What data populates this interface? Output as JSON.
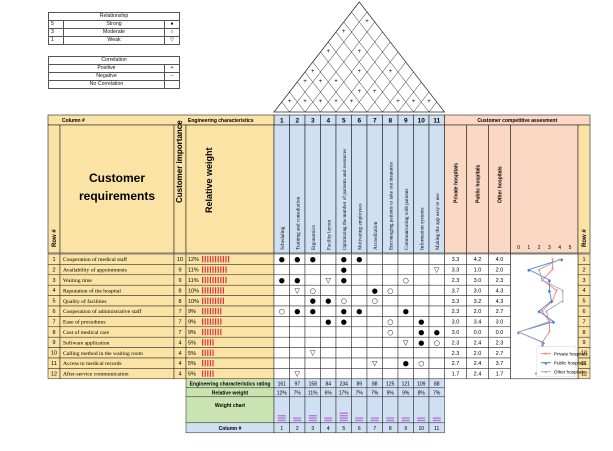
{
  "relationship": {
    "title": "Relationship",
    "rows": [
      {
        "value": "5",
        "label": "Strong",
        "symbol": "●"
      },
      {
        "value": "3",
        "label": "Moderate",
        "symbol": "○"
      },
      {
        "value": "1",
        "label": "Weak",
        "symbol": "▽"
      }
    ]
  },
  "correlation": {
    "title": "Correlation",
    "rows": [
      {
        "label": "Positive",
        "symbol": "+"
      },
      {
        "label": "Negative",
        "symbol": "–"
      },
      {
        "label": "No Correlation",
        "symbol": ""
      }
    ]
  },
  "header": {
    "column_hash": "Column #",
    "eng_char_title": "Engineering characteristics",
    "competitive_title": "Customer competitive assesment",
    "customer_requirements": "Customer requirements",
    "customer_importance": "Customer importance",
    "relative_weight": "Relative weight",
    "row_hash": "Row #"
  },
  "engineering_characteristics": [
    "Scheduling",
    "Training and consultation",
    "Ergonomics",
    "Facility layout",
    "Optimizing the number of patients and resources",
    "Motivating employees",
    "Accreditation",
    "Encouraging patients to take out insurance",
    "Communicating with patients",
    "Information systems",
    "Making the app easy to use"
  ],
  "competitors": [
    "Private hospitals",
    "Public hospitals",
    "Other hospitals"
  ],
  "competitive_scale": [
    "0",
    "1",
    "2",
    "3",
    "4",
    "5"
  ],
  "requirements": [
    {
      "row": "1",
      "name": "Cooperation of medical staff",
      "importance": "10",
      "weight": "12%",
      "bars": 11,
      "rel": [
        "●",
        "●",
        "●",
        "",
        "●",
        "●",
        "",
        "",
        "",
        "",
        ""
      ],
      "scores": [
        "3.3",
        "4.2",
        "4.0"
      ]
    },
    {
      "row": "2",
      "name": "Availability of appointments",
      "importance": "9",
      "weight": "11%",
      "bars": 10,
      "rel": [
        "",
        "",
        "",
        "",
        "●",
        "",
        "",
        "",
        "",
        "",
        "▽"
      ],
      "scores": [
        "3.3",
        "1.0",
        "2.0"
      ]
    },
    {
      "row": "3",
      "name": "Waiting time",
      "importance": "9",
      "weight": "11%",
      "bars": 10,
      "rel": [
        "●",
        "●",
        "",
        "▽",
        "●",
        "",
        "",
        "",
        "○",
        "",
        ""
      ],
      "scores": [
        "2.3",
        "3.0",
        "2.3"
      ]
    },
    {
      "row": "4",
      "name": "Reputation of the hospital",
      "importance": "8",
      "weight": "10%",
      "bars": 9,
      "rel": [
        "",
        "▽",
        "○",
        "",
        "",
        "",
        "●",
        "○",
        "",
        "",
        ""
      ],
      "scores": [
        "3.7",
        "3.0",
        "4.3"
      ]
    },
    {
      "row": "5",
      "name": "Quality of facilities",
      "importance": "8",
      "weight": "10%",
      "bars": 9,
      "rel": [
        "",
        "",
        "●",
        "●",
        "○",
        "",
        "○",
        "",
        "",
        "",
        ""
      ],
      "scores": [
        "3.3",
        "3.2",
        "4.3"
      ]
    },
    {
      "row": "6",
      "name": "Cooperation of administrative staff",
      "importance": "7",
      "weight": "9%",
      "bars": 8,
      "rel": [
        "○",
        "●",
        "●",
        "",
        "●",
        "●",
        "",
        "",
        "●",
        "",
        ""
      ],
      "scores": [
        "2.3",
        "2.0",
        "2.7"
      ]
    },
    {
      "row": "7",
      "name": "Ease of procedures",
      "importance": "7",
      "weight": "9%",
      "bars": 8,
      "rel": [
        "",
        "",
        "",
        "●",
        "●",
        "",
        "",
        "○",
        "",
        "●",
        ""
      ],
      "scores": [
        "3.0",
        "3.4",
        "3.0"
      ]
    },
    {
      "row": "8",
      "name": "Cost of medical care",
      "importance": "7",
      "weight": "9%",
      "bars": 8,
      "rel": [
        "",
        "",
        "",
        "",
        "",
        "",
        "",
        "○",
        "",
        "●",
        "●"
      ],
      "scores": [
        "3.0",
        "0.0",
        "0.0"
      ]
    },
    {
      "row": "9",
      "name": "Software application",
      "importance": "4",
      "weight": "5%",
      "bars": 5,
      "rel": [
        "",
        "",
        "",
        "",
        "",
        "",
        "",
        "",
        "▽",
        "●",
        "○"
      ],
      "scores": [
        "2.3",
        "2.4",
        "2.3"
      ]
    },
    {
      "row": "10",
      "name": "Calling method in the waiting room",
      "importance": "4",
      "weight": "5%",
      "bars": 5,
      "rel": [
        "",
        "",
        "▽",
        "",
        "",
        "",
        "",
        "",
        "",
        "",
        ""
      ],
      "scores": [
        "2.3",
        "2.0",
        "2.7"
      ]
    },
    {
      "row": "11",
      "name": "Access to medical records",
      "importance": "4",
      "weight": "5%",
      "bars": 5,
      "rel": [
        "",
        "",
        "",
        "",
        "",
        "",
        "▽",
        "",
        "●",
        "○",
        ""
      ],
      "scores": [
        "2.7",
        "2.4",
        "3.7"
      ]
    },
    {
      "row": "12",
      "name": "After-service communication",
      "importance": "4",
      "weight": "5%",
      "bars": 5,
      "rel": [
        "",
        "▽",
        "",
        "",
        "",
        "",
        "",
        "",
        "",
        "",
        ""
      ],
      "scores": [
        "1.7",
        "2.4",
        "1.7"
      ]
    }
  ],
  "bottom": {
    "rating_label": "Engineering characteristics rating",
    "ratings": [
      "161",
      "97",
      "158",
      "84",
      "234",
      "89",
      "88",
      "125",
      "121",
      "109",
      "88"
    ],
    "relative_label": "Relative weight",
    "relative": [
      "12%",
      "7%",
      "11%",
      "6%",
      "17%",
      "7%",
      "7%",
      "9%",
      "9%",
      "8%",
      "7%"
    ],
    "weight_chart_label": "Weight chart",
    "weight_bars": [
      3,
      2,
      3,
      2,
      4,
      2,
      2,
      2,
      2,
      2,
      2
    ],
    "column_label": "Column #",
    "columns": [
      "1",
      "2",
      "3",
      "4",
      "5",
      "6",
      "7",
      "8",
      "9",
      "10",
      "11"
    ]
  },
  "roof_pluses": [
    [
      0,
      1
    ],
    [
      1,
      2
    ],
    [
      0,
      3
    ],
    [
      2,
      3
    ],
    [
      1,
      4
    ],
    [
      3,
      4
    ],
    [
      0,
      4
    ],
    [
      4,
      5
    ],
    [
      2,
      5
    ],
    [
      0,
      6
    ],
    [
      4,
      6
    ],
    [
      5,
      7
    ],
    [
      3,
      7
    ],
    [
      0,
      8
    ],
    [
      2,
      8
    ],
    [
      7,
      8
    ],
    [
      8,
      9
    ],
    [
      5,
      9
    ],
    [
      1,
      10
    ],
    [
      9,
      10
    ]
  ],
  "colors": {
    "gold": "#fbe3a5",
    "blue": "#cfe0f3",
    "peach": "#fbd8c4",
    "green": "#c9e3b2",
    "private": "#f08080",
    "public": "#4f7fd4",
    "other": "#a8a8a8"
  },
  "chart_data": {
    "type": "line",
    "categories": [
      "1",
      "2",
      "3",
      "4",
      "5",
      "6",
      "7",
      "8",
      "9",
      "10",
      "11",
      "12"
    ],
    "xlim": [
      0,
      5
    ],
    "xticks": [
      "0",
      "1",
      "2",
      "3",
      "4",
      "5"
    ],
    "series": [
      {
        "name": "Private hospitals",
        "values": [
          3.3,
          3.3,
          2.3,
          3.7,
          3.3,
          2.3,
          3.0,
          3.0,
          2.3,
          2.3,
          2.7,
          1.7
        ]
      },
      {
        "name": "Public hospitals",
        "values": [
          4.2,
          1.0,
          3.0,
          3.0,
          3.2,
          2.0,
          3.4,
          0.0,
          2.4,
          2.0,
          2.4,
          2.4
        ]
      },
      {
        "name": "Other hospitals",
        "values": [
          4.0,
          2.0,
          2.3,
          4.3,
          4.3,
          2.7,
          3.0,
          0.0,
          2.3,
          2.7,
          3.7,
          1.7
        ]
      }
    ],
    "legend": "bottom-right"
  }
}
